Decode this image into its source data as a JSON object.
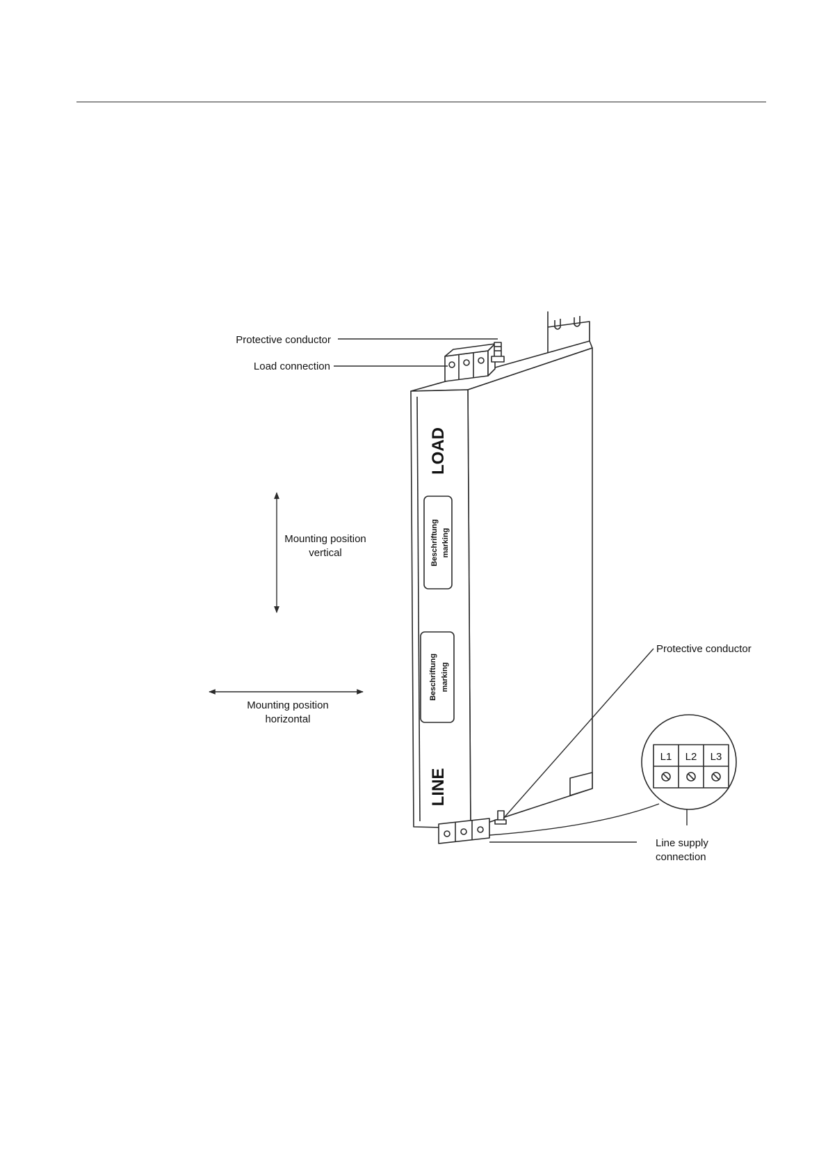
{
  "colors": {
    "line": "#2a2a2a",
    "paper": "#ffffff"
  },
  "callouts": {
    "protective_conductor_top": "Protective conductor",
    "load_connection": "Load connection",
    "protective_conductor_bottom": "Protective conductor",
    "line_supply_line1": "Line supply",
    "line_supply_line2": "connection"
  },
  "mounting": {
    "vertical_line1": "Mounting position",
    "vertical_line2": "vertical",
    "horizontal_line1": "Mounting position",
    "horizontal_line2": "horizontal"
  },
  "device": {
    "load_label": "LOAD",
    "line_label": "LINE",
    "marking_line1": "Beschriftung",
    "marking_line2": "marking"
  },
  "terminals": [
    "L1",
    "L2",
    "L3"
  ]
}
